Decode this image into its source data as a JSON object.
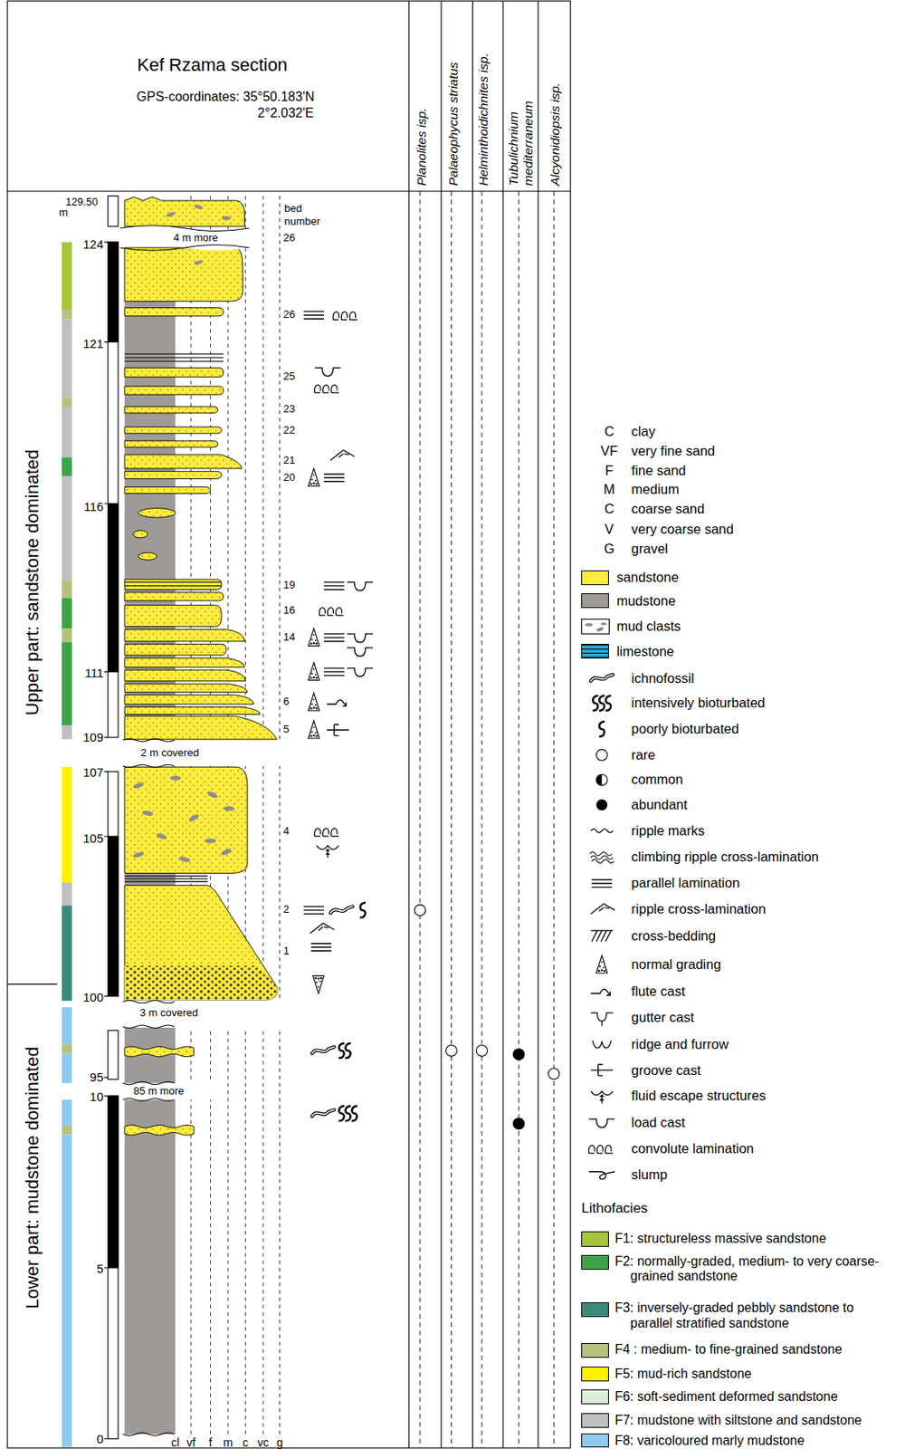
{
  "diagram": {
    "title": "Kef Rzama section",
    "labels": [
      "GPS-coordinates: 35°50.183'N",
      "2°2.032'E",
      "Planolites isp.",
      "Palaeophycus striatus",
      "Helminthoidichnites isp.",
      "Tubulichnium mediterraneum",
      "Alcyonidiopsis isp.",
      "Upper part: sandstone dominated",
      "Lower part: mudstone dominated",
      "129.50",
      "m",
      "124",
      "121",
      "116",
      "111",
      "109",
      "107",
      "105",
      "100",
      "95",
      "10",
      "5",
      "0",
      "4 m more",
      "2 m covered",
      "3 m covered",
      "85 m more",
      "bed",
      "number",
      "26",
      "26",
      "25",
      "23",
      "22",
      "21",
      "20",
      "19",
      "16",
      "14",
      "6",
      "5",
      "4",
      "2",
      "1",
      "cl",
      "vf",
      "f",
      "m",
      "c",
      "vc",
      "g",
      "C",
      "clay",
      "VF",
      "very fine sand",
      "F",
      "fine sand",
      "M",
      "medium",
      "C",
      "coarse sand",
      "V",
      "very coarse sand",
      "G",
      "gravel",
      "Lithofacies"
    ],
    "legend": [
      {
        "text": "sandstone",
        "color": "#ffec3c"
      },
      {
        "text": "mudstone",
        "color": "#9e9a97"
      },
      {
        "text": "mud clasts"
      },
      {
        "text": "limestone",
        "color": "#2aa6df"
      },
      {
        "text": "ichnofossil"
      },
      {
        "text": "intensively bioturbated"
      },
      {
        "text": "poorly bioturbated"
      },
      {
        "text": "rare"
      },
      {
        "text": "common"
      },
      {
        "text": "abundant"
      },
      {
        "text": "ripple marks"
      },
      {
        "text": "climbing ripple cross-lamination"
      },
      {
        "text": "parallel lamination"
      },
      {
        "text": "ripple cross-lamination"
      },
      {
        "text": "cross-bedding"
      },
      {
        "text": "normal grading"
      },
      {
        "text": "flute cast"
      },
      {
        "text": "gutter cast"
      },
      {
        "text": "ridge and furrow"
      },
      {
        "text": "groove cast"
      },
      {
        "text": "fluid escape structures"
      },
      {
        "text": "load cast"
      },
      {
        "text": "convolute lamination"
      },
      {
        "text": "slump"
      },
      {
        "text": "F1: structureless massive sandstone",
        "color": "#a6c53a"
      },
      {
        "text": "F2: normally-graded, medium- to very coarse-grained sandstone",
        "color": "#3ba548"
      },
      {
        "text": "F3: inversely-graded pebbly sandstone to parallel stratified sandstone",
        "color": "#3b8b7b"
      },
      {
        "text": "F4 : medium- to fine-grained sandstone",
        "color": "#b8c17c"
      },
      {
        "text": "F5: mud-rich sandstone",
        "color": "#fff200"
      },
      {
        "text": "F6: soft-sediment deformed sandstone",
        "color": "#d9edd7"
      },
      {
        "text": "F7: mudstone with siltstone and sandstone",
        "color": "#bfbfbf"
      },
      {
        "text": "F8: varicoloured marly mudstone",
        "color": "#8ecbee"
      }
    ]
  }
}
